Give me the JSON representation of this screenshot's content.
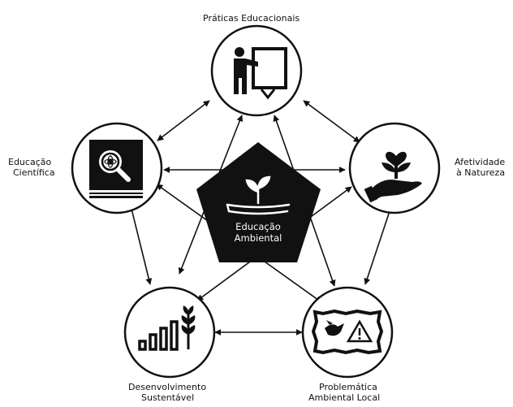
{
  "nodes": {
    "top": {
      "label": "Práticas Educacionais",
      "icon": "teacher-at-board-icon"
    },
    "left": {
      "label_line1": "Educação",
      "label_line2": "Científica",
      "icon": "book-with-magnifier-icon"
    },
    "right": {
      "label_line1": "Afetividade",
      "label_line2": "à Natureza",
      "icon": "hand-holding-plant-icon"
    },
    "bottom_left": {
      "label_line1": "Desenvolvimento",
      "label_line2": "Sustentável",
      "icon": "growth-bars-with-leaf-icon"
    },
    "bottom_right": {
      "label_line1": "Problemática",
      "label_line2": "Ambiental Local",
      "icon": "bird-and-warning-sign-icon"
    }
  },
  "center": {
    "label_line1": "Educação",
    "label_line2": "Ambiental",
    "icon": "sprout-on-book-icon"
  },
  "colors": {
    "ink": "#111111",
    "background": "#ffffff",
    "center_text": "#ffffff"
  }
}
